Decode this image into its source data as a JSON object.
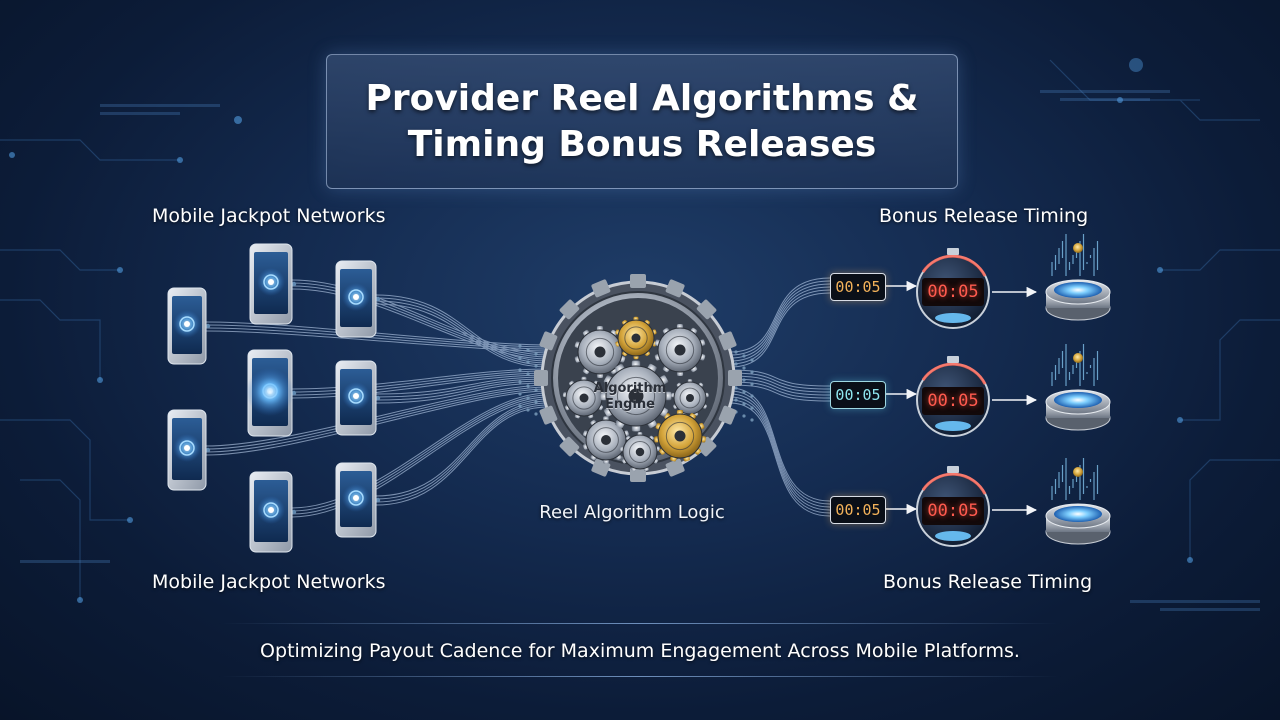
{
  "title": {
    "line1": "Provider Reel Algorithms &",
    "line2": "Timing Bonus Releases"
  },
  "left": {
    "top_label": "Mobile Jackpot Networks",
    "bottom_label": "Mobile Jackpot Networks"
  },
  "right": {
    "top_label": "Bonus Release Timing",
    "bottom_label": "Bonus Release Timing"
  },
  "engine": {
    "gear_text_line1": "Algorithm",
    "gear_text_line2": "Engine",
    "label": "Reel Algorithm Logic"
  },
  "timers": [
    {
      "small": "00:05",
      "big": "00:05"
    },
    {
      "small": "00:05",
      "big": "00:05"
    },
    {
      "small": "00:05",
      "big": "00:05"
    }
  ],
  "footer": "Optimizing Payout Cadence for Maximum Engagement Across Mobile Platforms.",
  "icons": {
    "phone": "smartphone-icon",
    "gear": "gear-icon",
    "stopwatch": "stopwatch-icon",
    "portal": "bonus-portal-icon",
    "arrow": "arrow-right-icon"
  },
  "colors": {
    "background": "#142b50",
    "glow": "#5fb4ff",
    "timer_amber": "#f3b25a",
    "timer_cyan": "#8fe6ef",
    "timer_red": "#ff5a4e",
    "gold_gear": "#d4a43a"
  }
}
